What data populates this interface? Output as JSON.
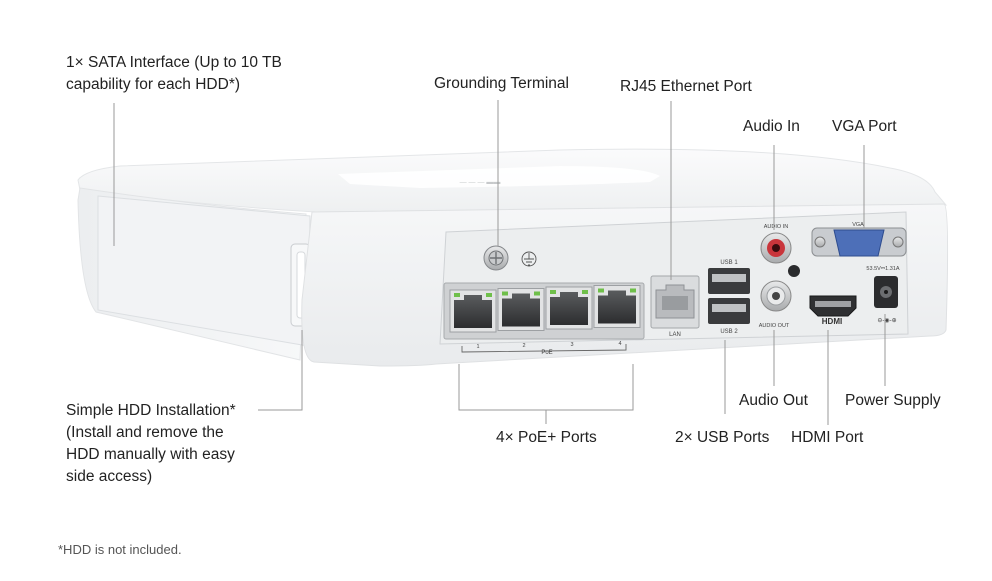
{
  "labels": {
    "sata_line1": "1× SATA Interface (Up to 10 TB",
    "sata_line2": "capability for each HDD*)",
    "grounding": "Grounding Terminal",
    "rj45": "RJ45 Ethernet Port",
    "audio_in": "Audio In",
    "vga": "VGA Port",
    "hdd_line1": "Simple HDD Installation*",
    "hdd_line2": "(Install and remove the",
    "hdd_line3": "HDD manually with easy",
    "hdd_line4": "side access)",
    "poe_ports": "4× PoE+ Ports",
    "usb_ports": "2× USB Ports",
    "audio_out": "Audio Out",
    "hdmi": "HDMI Port",
    "power": "Power Supply"
  },
  "footnote": "*HDD is not included.",
  "device_text": {
    "usb1": "USB 1",
    "usb2": "USB 2",
    "lan": "LAN",
    "poe": "PoE",
    "port1": "1",
    "port2": "2",
    "port3": "3",
    "port4": "4",
    "audio_in": "AUDIO IN",
    "audio_out": "AUDIO OUT",
    "vga": "VGA",
    "hdmi": "HDMI",
    "power_rating": "53.5V⎓1.31A"
  },
  "colors": {
    "text": "#222222",
    "leader_line": "#9a9a9a",
    "device_body": "#f4f5f6",
    "panel": "#e9eaeb",
    "led_green": "#6fbf4a",
    "vga_blue": "#4d6fb8",
    "audio_red": "#d8343a"
  }
}
